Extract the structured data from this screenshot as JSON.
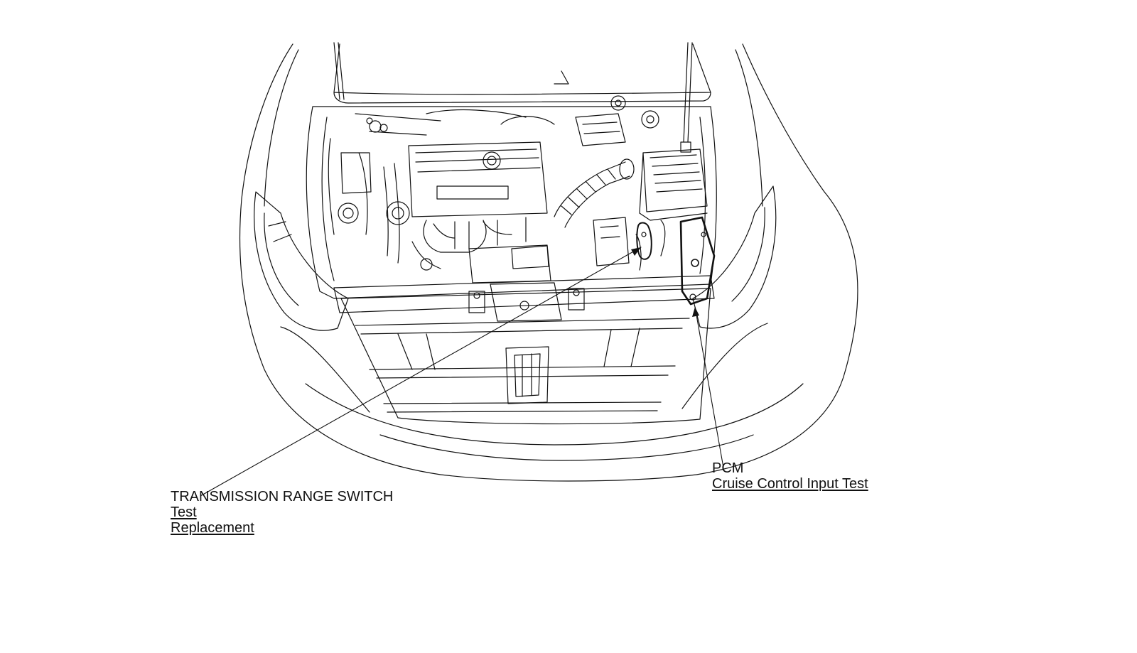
{
  "callouts": {
    "transmission_range_switch": {
      "title": "TRANSMISSION RANGE SWITCH",
      "links": [
        "Test",
        "Replacement"
      ]
    },
    "pcm": {
      "title": "PCM",
      "links": [
        "Cruise Control Input Test"
      ]
    }
  },
  "colors": {
    "line": "#111111",
    "background": "#ffffff"
  }
}
